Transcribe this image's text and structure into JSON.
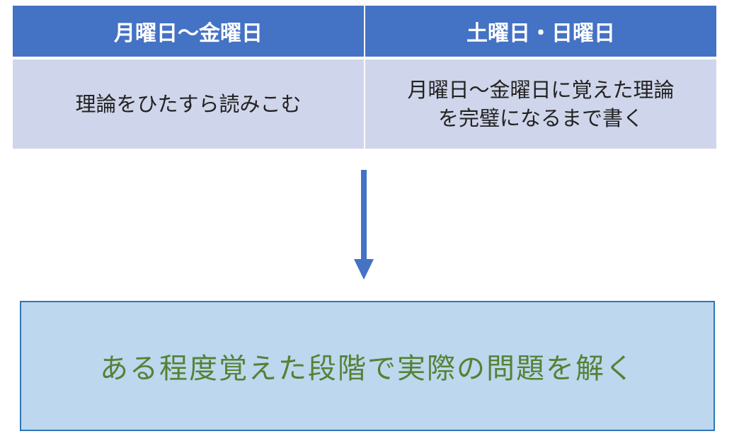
{
  "table": {
    "headers": [
      "月曜日～金曜日",
      "土曜日・日曜日"
    ],
    "weekday_task": "理論をひたすら読みこむ",
    "weekend_task_line1": "月曜日～金曜日に覚えた理論",
    "weekend_task_line2": "を完璧になるまで書く"
  },
  "result": {
    "text": "ある程度覚えた段階で実際の問題を解く"
  },
  "colors": {
    "header_bg": "#4472c4",
    "cell_bg": "#cfd5ea",
    "arrow": "#4472c4",
    "result_bg": "#bdd7ee",
    "result_border": "#2e75b6",
    "result_text": "#548235"
  },
  "icons": {
    "flow_arrow": "down-arrow-icon"
  }
}
